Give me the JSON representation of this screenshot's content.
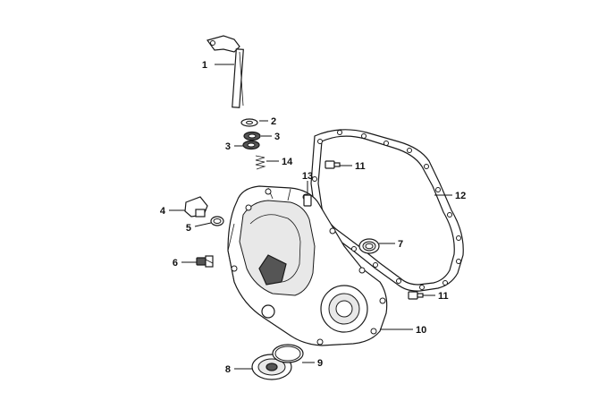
{
  "callouts": [
    {
      "id": "1",
      "label": "1"
    },
    {
      "id": "2",
      "label": "2"
    },
    {
      "id": "3a",
      "label": "3"
    },
    {
      "id": "3b",
      "label": "3"
    },
    {
      "id": "14",
      "label": "14"
    },
    {
      "id": "13",
      "label": "13"
    },
    {
      "id": "11a",
      "label": "11"
    },
    {
      "id": "12",
      "label": "12"
    },
    {
      "id": "4",
      "label": "4"
    },
    {
      "id": "5",
      "label": "5"
    },
    {
      "id": "7",
      "label": "7"
    },
    {
      "id": "6",
      "label": "6"
    },
    {
      "id": "11b",
      "label": "11"
    },
    {
      "id": "10",
      "label": "10"
    },
    {
      "id": "8",
      "label": "8"
    },
    {
      "id": "9",
      "label": "9"
    }
  ]
}
